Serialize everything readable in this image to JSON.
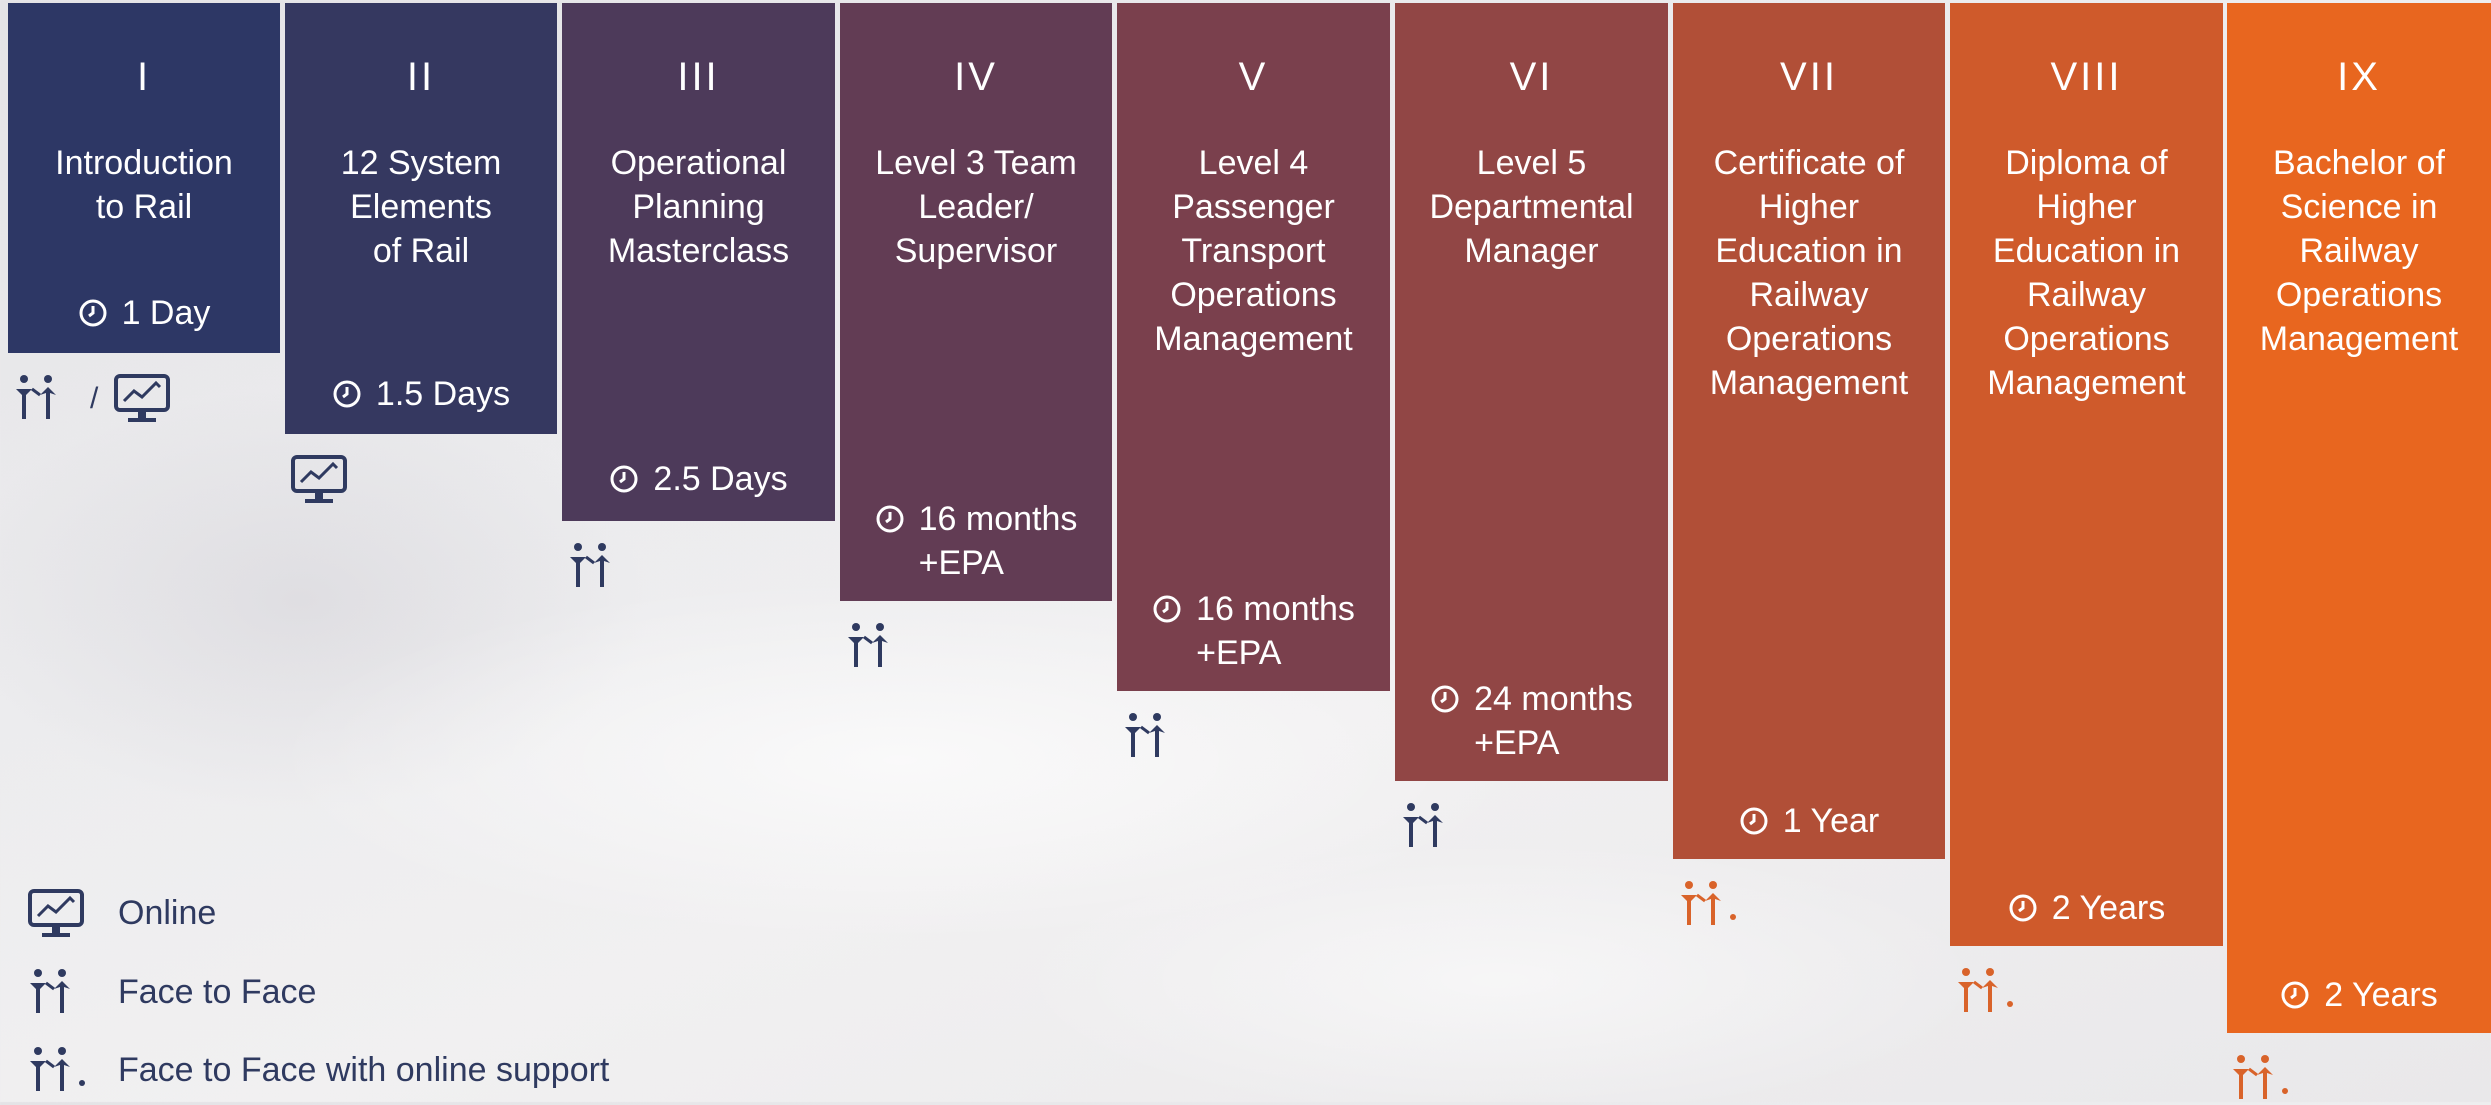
{
  "stages": [
    {
      "numeral": "I",
      "title": "Introduction\nto Rail",
      "duration": "1 Day",
      "delivery": [
        "face-to-face-icon",
        "online-icon"
      ],
      "color": "#2d3765"
    },
    {
      "numeral": "II",
      "title": "12 System\nElements\nof Rail",
      "duration": "1.5 Days",
      "delivery": [
        "online-icon"
      ],
      "color": "#353860"
    },
    {
      "numeral": "III",
      "title": "Operational\nPlanning\nMasterclass",
      "duration": "2.5 Days",
      "delivery": [
        "face-to-face-icon"
      ],
      "color": "#4d3a5a"
    },
    {
      "numeral": "IV",
      "title": "Level 3 Team\nLeader/\nSupervisor",
      "duration": "16 months\n+EPA",
      "delivery": [
        "face-to-face-icon"
      ],
      "color": "#623c54"
    },
    {
      "numeral": "V",
      "title": "Level 4\nPassenger\nTransport\nOperations\nManagement",
      "duration": "16 months\n+EPA",
      "delivery": [
        "face-to-face-icon"
      ],
      "color": "#7a404d"
    },
    {
      "numeral": "VI",
      "title": "Level 5\nDepartmental\nManager",
      "duration": "24 months\n+EPA",
      "delivery": [
        "face-to-face-icon"
      ],
      "color": "#914645"
    },
    {
      "numeral": "VII",
      "title": "Certificate of\nHigher\nEducation in\nRailway\nOperations\nManagement",
      "duration": "1 Year",
      "delivery": [
        "face-to-face-online-support-icon"
      ],
      "color": "#b14f37"
    },
    {
      "numeral": "VIII",
      "title": "Diploma of\nHigher\nEducation in\nRailway\nOperations\nManagement",
      "duration": "2 Years",
      "delivery": [
        "face-to-face-online-support-icon"
      ],
      "color": "#cf5a2b"
    },
    {
      "numeral": "IX",
      "title": "Bachelor of\nScience in\nRailway\nOperations\nManagement",
      "duration": "2 Years",
      "delivery": [
        "face-to-face-online-support-icon"
      ],
      "color": "#e8661f"
    }
  ],
  "legend": [
    {
      "icon": "online-icon",
      "label": "Online"
    },
    {
      "icon": "face-to-face-icon",
      "label": "Face to Face"
    },
    {
      "icon": "face-to-face-online-support-icon",
      "label": "Face to Face with online support"
    }
  ],
  "colors": {
    "icon_dark": "#2f3a60",
    "icon_orange": "#d9632a"
  }
}
